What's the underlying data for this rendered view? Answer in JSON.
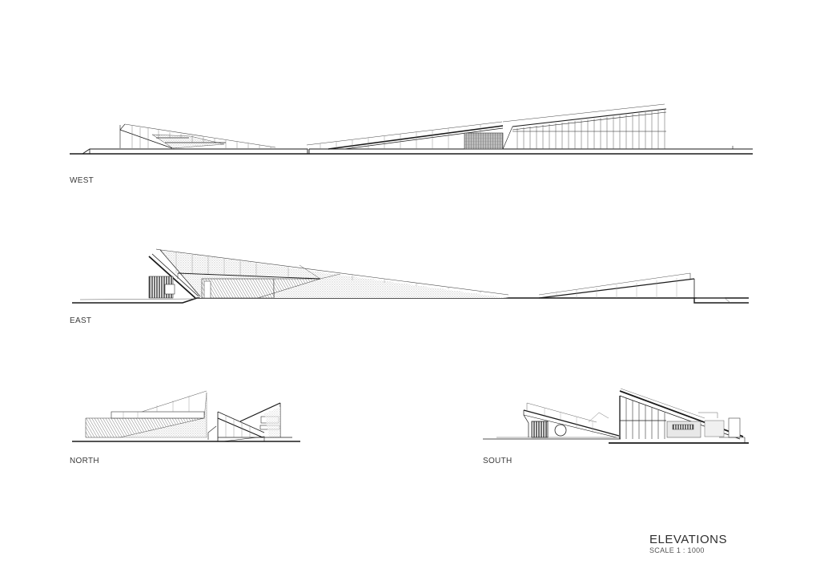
{
  "sheet": {
    "title": "ELEVATIONS",
    "scale": "SCALE 1 : 1000",
    "background": "#ffffff",
    "line_color": "#1a1a1a",
    "hatch_color": "#8a8a8a"
  },
  "elevations": [
    {
      "id": "west",
      "label": "WEST"
    },
    {
      "id": "east",
      "label": "EAST"
    },
    {
      "id": "north",
      "label": "NORTH"
    },
    {
      "id": "south",
      "label": "SOUTH"
    }
  ]
}
